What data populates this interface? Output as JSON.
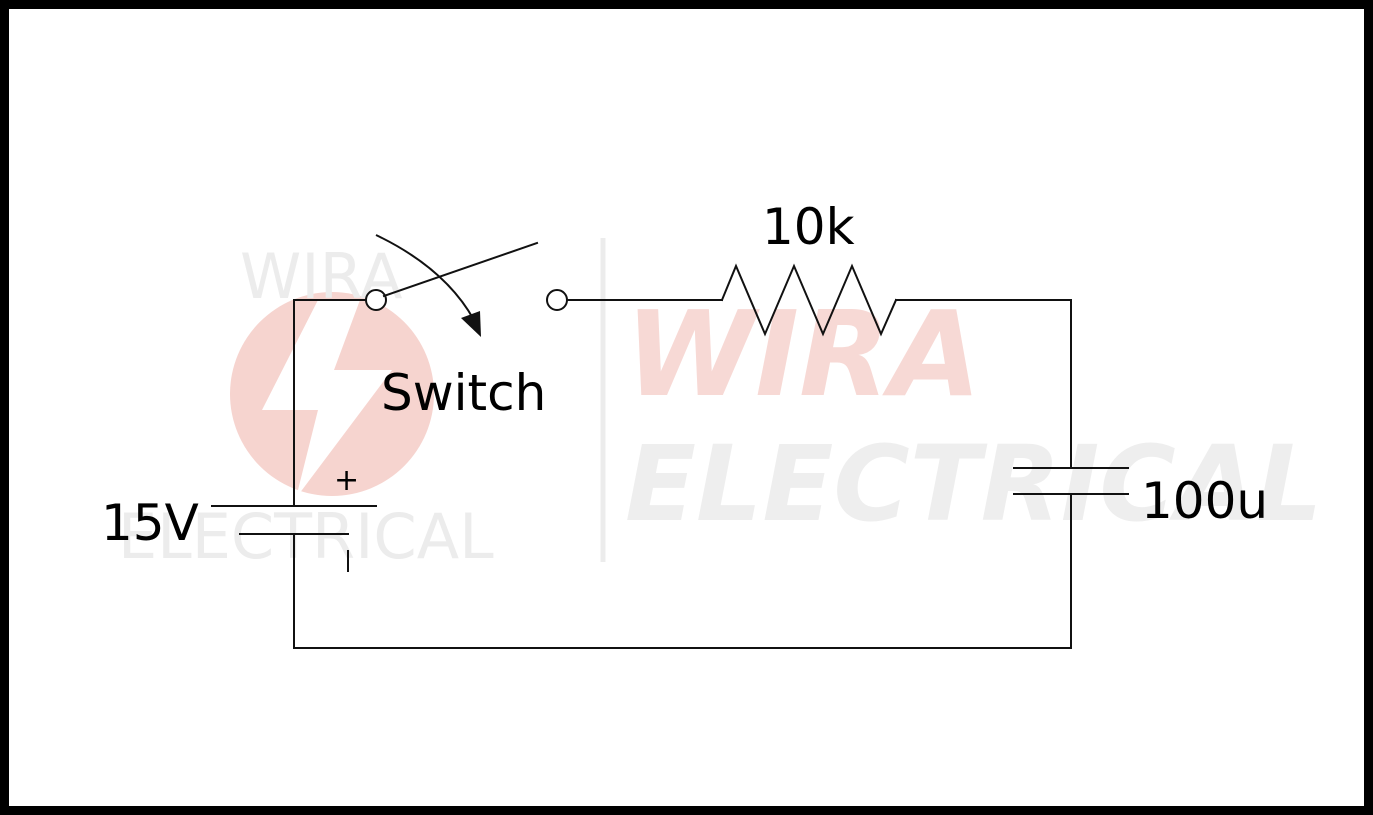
{
  "diagram": {
    "components": {
      "switch": {
        "label": "Switch"
      },
      "resistor": {
        "label": "10k"
      },
      "capacitor": {
        "label": "100u"
      },
      "battery": {
        "label": "15V",
        "plus": "+",
        "minus": "-"
      }
    },
    "watermark": {
      "small_top": "WIRA",
      "small_bottom": "ELECTRICAL",
      "big_top": "WIRA",
      "big_bottom": "ELECTRICAL",
      "colors": {
        "red": "#f4c9c4",
        "grey": "#ececec"
      }
    },
    "colors": {
      "frame": "#000000",
      "wire": "#111111"
    }
  }
}
